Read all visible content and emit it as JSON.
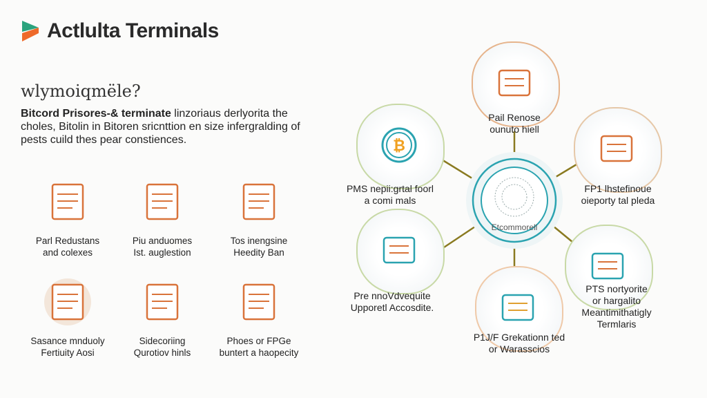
{
  "header": {
    "brand": "Actlulta Terminals"
  },
  "intro": {
    "heading": "wlymoiqmële?",
    "lead_bold": "Bitcord Prisores-& terminate",
    "lead_rest": " linzoriaus derlyorita the choles, Bitolin in Bitoren sricnttion en size infergralding of pests cuild thes pear constiences."
  },
  "features": [
    {
      "icon": "document-list-icon",
      "line1": "Parl Redustans",
      "line2": "and colexes"
    },
    {
      "icon": "gear-lightbulb-icon",
      "line1": "Piu anduomes",
      "line2": "Ist. auglestion"
    },
    {
      "icon": "card-device-icon",
      "line1": "Tos inengsine",
      "line2": "Heedity Ban"
    },
    {
      "icon": "laptop-chart-icon",
      "line1": "Sasance mnduoly",
      "line2": "Fertiuity Aosi"
    },
    {
      "icon": "search-document-icon",
      "line1": "Sidecoriing",
      "line2": "Qurotiov hinls"
    },
    {
      "icon": "file-printer-icon",
      "line1": "Phoes or FPGe",
      "line2": "buntert a haopecity"
    }
  ],
  "diagram": {
    "center_label": "Etcommorell",
    "nodes": [
      {
        "icon": "document-icon",
        "lines": [
          "Pail Renose",
          "ounuto hiell"
        ]
      },
      {
        "icon": "bitcoin-icon",
        "lines": [
          "PMS nepii:grtal foorl",
          "a comi mals"
        ]
      },
      {
        "icon": "terminal-stack-icon",
        "lines": [
          "FP1 lhstefinoue",
          "oieporty tal pleda"
        ]
      },
      {
        "icon": "payment-terminal-icon",
        "lines": [
          "Pre nnoVdvequite",
          "Upporetl Accosdite."
        ]
      },
      {
        "icon": "envelope-chart-icon",
        "lines": [
          "P1J/F Grekationn ted",
          "or Warasscios"
        ]
      },
      {
        "icon": "card-reader-icon",
        "lines": [
          "PTS nortyorite",
          "or hargalito",
          "Meantimithatigly",
          "Termlaris"
        ]
      }
    ],
    "colors": {
      "teal": "#2aa3b0",
      "orange": "#d9733a",
      "line": "#8a7a20"
    }
  }
}
